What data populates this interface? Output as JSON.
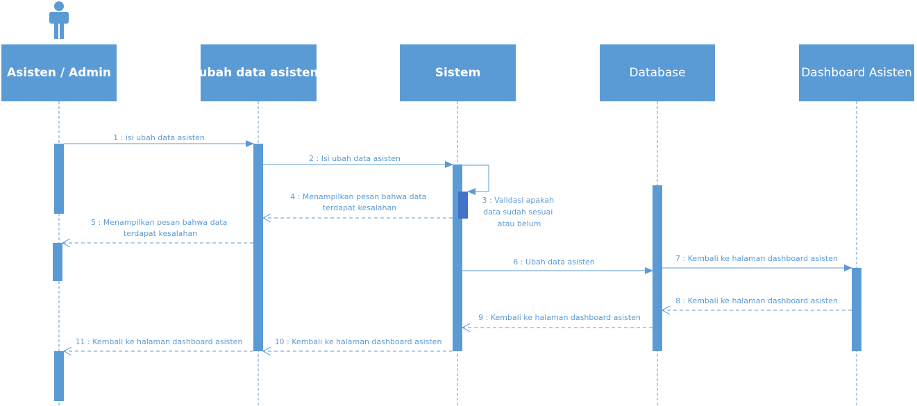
{
  "colors": {
    "primary": "#5b9bd5",
    "activation_dark": "#4472c4",
    "text": "#ffffff"
  },
  "actor": {
    "icon": "person-icon"
  },
  "lifelines": [
    {
      "id": "asisten",
      "label": "Asisten / Admin"
    },
    {
      "id": "ubah",
      "label": "ubah data asisten"
    },
    {
      "id": "sistem",
      "label": "Sistem"
    },
    {
      "id": "database",
      "label": "Database"
    },
    {
      "id": "dashboard",
      "label": "Dashboard Asisten"
    }
  ],
  "messages": [
    {
      "n": 1,
      "lines": [
        "1 : isi ubah data asisten"
      ]
    },
    {
      "n": 2,
      "lines": [
        "2 : Isi ubah data asisten"
      ]
    },
    {
      "n": 3,
      "lines": [
        "3 : Validasi apakah",
        "data sudah sesuai",
        "atau belum"
      ]
    },
    {
      "n": 4,
      "lines": [
        "4 : Menampilkan pesan bahwa data",
        "terdapat kesalahan"
      ]
    },
    {
      "n": 5,
      "lines": [
        "5 : Menampilkan pesan bahwa data",
        "terdapat kesalahan"
      ]
    },
    {
      "n": 6,
      "lines": [
        "6 : Ubah data asisten"
      ]
    },
    {
      "n": 7,
      "lines": [
        "7 : Kembali ke halaman dashboard asisten"
      ]
    },
    {
      "n": 8,
      "lines": [
        "8 : Kembali ke halaman dashboard asisten"
      ]
    },
    {
      "n": 9,
      "lines": [
        "9 : Kembali ke halaman dashboard asisten"
      ]
    },
    {
      "n": 10,
      "lines": [
        "10 : Kembali ke halaman dashboard asisten"
      ]
    },
    {
      "n": 11,
      "lines": [
        "11 : Kembali ke halaman dashboard asisten"
      ]
    }
  ]
}
